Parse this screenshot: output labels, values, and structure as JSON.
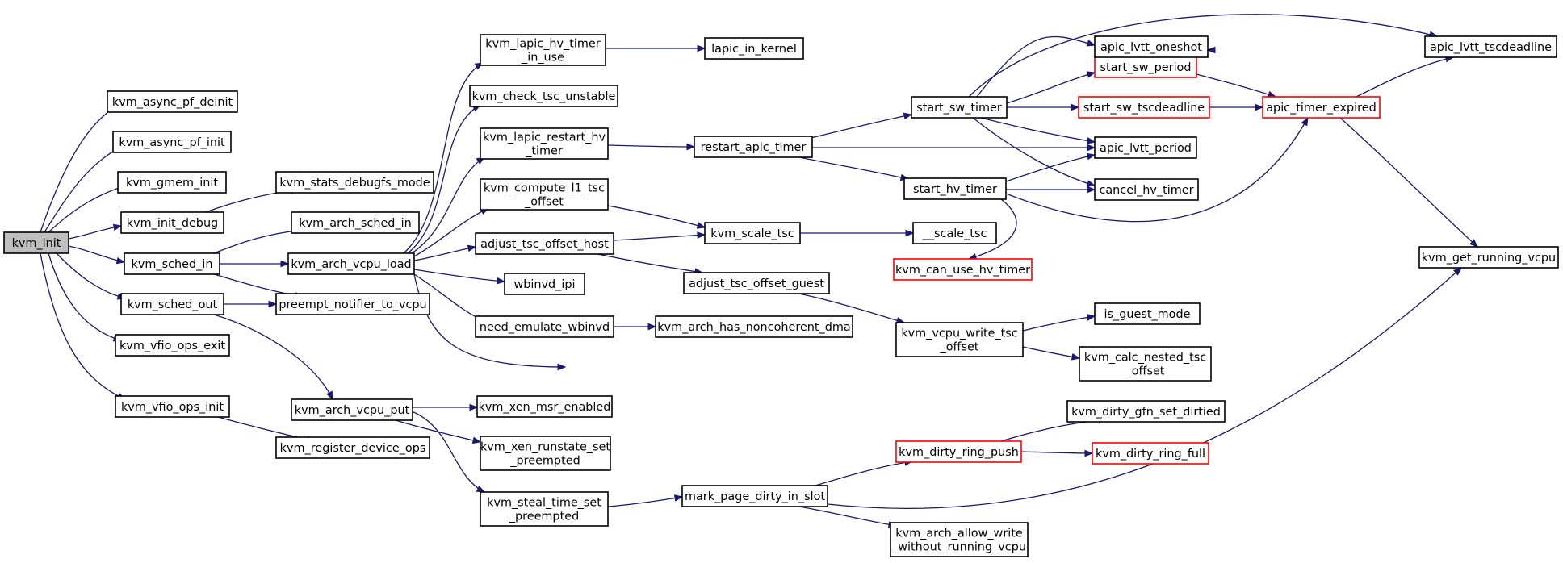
{
  "colors": {
    "edge": "#191970",
    "node_border": "#000000",
    "node_border_truncated": "#ff0000",
    "node_fill": "#ffffff",
    "root_fill": "#bfbfbf"
  },
  "nodes": {
    "kvm_init": {
      "lines": [
        "kvm_init"
      ],
      "style": "root"
    },
    "kvm_async_pf_deinit": {
      "lines": [
        "kvm_async_pf_deinit"
      ],
      "style": "normal"
    },
    "kvm_async_pf_init": {
      "lines": [
        "kvm_async_pf_init"
      ],
      "style": "normal"
    },
    "kvm_gmem_init": {
      "lines": [
        "kvm_gmem_init"
      ],
      "style": "normal"
    },
    "kvm_init_debug": {
      "lines": [
        "kvm_init_debug"
      ],
      "style": "normal"
    },
    "kvm_sched_in": {
      "lines": [
        "kvm_sched_in"
      ],
      "style": "normal"
    },
    "kvm_sched_out": {
      "lines": [
        "kvm_sched_out"
      ],
      "style": "normal"
    },
    "kvm_vfio_ops_exit": {
      "lines": [
        "kvm_vfio_ops_exit"
      ],
      "style": "normal"
    },
    "kvm_vfio_ops_init": {
      "lines": [
        "kvm_vfio_ops_init"
      ],
      "style": "normal"
    },
    "kvm_stats_debugfs_mode": {
      "lines": [
        "kvm_stats_debugfs_mode"
      ],
      "style": "normal"
    },
    "kvm_arch_sched_in": {
      "lines": [
        "kvm_arch_sched_in"
      ],
      "style": "normal"
    },
    "kvm_arch_vcpu_load": {
      "lines": [
        "kvm_arch_vcpu_load"
      ],
      "style": "normal"
    },
    "preempt_notifier_to_vcpu": {
      "lines": [
        "preempt_notifier_to_vcpu"
      ],
      "style": "normal"
    },
    "kvm_arch_vcpu_put": {
      "lines": [
        "kvm_arch_vcpu_put"
      ],
      "style": "normal"
    },
    "kvm_register_device_ops": {
      "lines": [
        "kvm_register_device_ops"
      ],
      "style": "normal"
    },
    "kvm_lapic_hv_timer_in_use": {
      "lines": [
        "kvm_lapic_hv_timer",
        "_in_use"
      ],
      "style": "normal"
    },
    "kvm_check_tsc_unstable": {
      "lines": [
        "kvm_check_tsc_unstable"
      ],
      "style": "normal"
    },
    "kvm_lapic_restart_hv_timer": {
      "lines": [
        "kvm_lapic_restart_hv",
        "_timer"
      ],
      "style": "normal"
    },
    "kvm_compute_l1_tsc_offset": {
      "lines": [
        "kvm_compute_l1_tsc",
        "_offset"
      ],
      "style": "normal"
    },
    "adjust_tsc_offset_host": {
      "lines": [
        "adjust_tsc_offset_host"
      ],
      "style": "normal"
    },
    "wbinvd_ipi": {
      "lines": [
        "wbinvd_ipi"
      ],
      "style": "normal"
    },
    "need_emulate_wbinvd": {
      "lines": [
        "need_emulate_wbinvd"
      ],
      "style": "normal"
    },
    "kvm_xen_msr_enabled": {
      "lines": [
        "kvm_xen_msr_enabled"
      ],
      "style": "normal"
    },
    "kvm_xen_runstate_set_preempted": {
      "lines": [
        "kvm_xen_runstate_set",
        "_preempted"
      ],
      "style": "normal"
    },
    "kvm_steal_time_set_preempted": {
      "lines": [
        "kvm_steal_time_set",
        "_preempted"
      ],
      "style": "normal"
    },
    "lapic_in_kernel": {
      "lines": [
        "lapic_in_kernel"
      ],
      "style": "normal"
    },
    "restart_apic_timer": {
      "lines": [
        "restart_apic_timer"
      ],
      "style": "normal"
    },
    "kvm_scale_tsc": {
      "lines": [
        "kvm_scale_tsc"
      ],
      "style": "normal"
    },
    "adjust_tsc_offset_guest": {
      "lines": [
        "adjust_tsc_offset_guest"
      ],
      "style": "normal"
    },
    "kvm_arch_has_noncoherent_dma": {
      "lines": [
        "kvm_arch_has_noncoherent_dma"
      ],
      "style": "normal"
    },
    "mark_page_dirty_in_slot": {
      "lines": [
        "mark_page_dirty_in_slot"
      ],
      "style": "normal"
    },
    "start_sw_timer": {
      "lines": [
        "start_sw_timer"
      ],
      "style": "normal"
    },
    "start_hv_timer": {
      "lines": [
        "start_hv_timer"
      ],
      "style": "normal"
    },
    "__scale_tsc": {
      "lines": [
        "__scale_tsc"
      ],
      "style": "normal"
    },
    "kvm_can_use_hv_timer": {
      "lines": [
        "kvm_can_use_hv_timer"
      ],
      "style": "truncated"
    },
    "kvm_vcpu_write_tsc_offset": {
      "lines": [
        "kvm_vcpu_write_tsc",
        "_offset"
      ],
      "style": "normal"
    },
    "kvm_dirty_ring_push": {
      "lines": [
        "kvm_dirty_ring_push"
      ],
      "style": "truncated"
    },
    "kvm_arch_allow_write_without_running_vcpu": {
      "lines": [
        "kvm_arch_allow_write",
        "_without_running_vcpu"
      ],
      "style": "normal"
    },
    "start_sw_period": {
      "lines": [
        "start_sw_period"
      ],
      "style": "truncated"
    },
    "start_sw_tscdeadline": {
      "lines": [
        "start_sw_tscdeadline"
      ],
      "style": "truncated"
    },
    "apic_lvtt_oneshot": {
      "lines": [
        "apic_lvtt_oneshot"
      ],
      "style": "normal"
    },
    "apic_lvtt_period": {
      "lines": [
        "apic_lvtt_period"
      ],
      "style": "normal"
    },
    "cancel_hv_timer": {
      "lines": [
        "cancel_hv_timer"
      ],
      "style": "normal"
    },
    "is_guest_mode": {
      "lines": [
        "is_guest_mode"
      ],
      "style": "normal"
    },
    "kvm_calc_nested_tsc_offset": {
      "lines": [
        "kvm_calc_nested_tsc",
        "_offset"
      ],
      "style": "normal"
    },
    "kvm_dirty_gfn_set_dirtied": {
      "lines": [
        "kvm_dirty_gfn_set_dirtied"
      ],
      "style": "normal"
    },
    "kvm_dirty_ring_full": {
      "lines": [
        "kvm_dirty_ring_full"
      ],
      "style": "truncated"
    },
    "apic_timer_expired": {
      "lines": [
        "apic_timer_expired"
      ],
      "style": "truncated"
    },
    "apic_lvtt_tscdeadline": {
      "lines": [
        "apic_lvtt_tscdeadline"
      ],
      "style": "normal"
    },
    "kvm_get_running_vcpu": {
      "lines": [
        "kvm_get_running_vcpu"
      ],
      "style": "normal"
    }
  },
  "edges": [
    [
      "kvm_init",
      "kvm_async_pf_deinit"
    ],
    [
      "kvm_init",
      "kvm_async_pf_init"
    ],
    [
      "kvm_init",
      "kvm_gmem_init"
    ],
    [
      "kvm_init",
      "kvm_init_debug"
    ],
    [
      "kvm_init",
      "kvm_sched_in"
    ],
    [
      "kvm_init",
      "kvm_sched_out"
    ],
    [
      "kvm_init",
      "kvm_vfio_ops_exit"
    ],
    [
      "kvm_init",
      "kvm_vfio_ops_init"
    ],
    [
      "kvm_init_debug",
      "kvm_stats_debugfs_mode"
    ],
    [
      "kvm_sched_in",
      "kvm_arch_sched_in"
    ],
    [
      "kvm_sched_in",
      "kvm_arch_vcpu_load"
    ],
    [
      "kvm_sched_in",
      "preempt_notifier_to_vcpu"
    ],
    [
      "kvm_sched_out",
      "preempt_notifier_to_vcpu"
    ],
    [
      "kvm_sched_out",
      "kvm_arch_vcpu_put"
    ],
    [
      "kvm_vfio_ops_init",
      "kvm_register_device_ops"
    ],
    [
      "kvm_arch_vcpu_load",
      "kvm_lapic_hv_timer_in_use"
    ],
    [
      "kvm_arch_vcpu_load",
      "kvm_check_tsc_unstable"
    ],
    [
      "kvm_arch_vcpu_load",
      "kvm_lapic_restart_hv_timer"
    ],
    [
      "kvm_arch_vcpu_load",
      "kvm_compute_l1_tsc_offset"
    ],
    [
      "kvm_arch_vcpu_load",
      "adjust_tsc_offset_host"
    ],
    [
      "kvm_arch_vcpu_load",
      "wbinvd_ipi"
    ],
    [
      "kvm_arch_vcpu_load",
      "need_emulate_wbinvd"
    ],
    [
      "kvm_arch_vcpu_load",
      "kvm_vcpu_write_tsc_offset"
    ],
    [
      "kvm_arch_vcpu_put",
      "kvm_xen_msr_enabled"
    ],
    [
      "kvm_arch_vcpu_put",
      "kvm_xen_runstate_set_preempted"
    ],
    [
      "kvm_arch_vcpu_put",
      "kvm_steal_time_set_preempted"
    ],
    [
      "kvm_lapic_hv_timer_in_use",
      "lapic_in_kernel"
    ],
    [
      "kvm_lapic_restart_hv_timer",
      "restart_apic_timer"
    ],
    [
      "kvm_compute_l1_tsc_offset",
      "kvm_scale_tsc"
    ],
    [
      "adjust_tsc_offset_host",
      "kvm_scale_tsc"
    ],
    [
      "adjust_tsc_offset_host",
      "adjust_tsc_offset_guest"
    ],
    [
      "need_emulate_wbinvd",
      "kvm_arch_has_noncoherent_dma"
    ],
    [
      "kvm_steal_time_set_preempted",
      "mark_page_dirty_in_slot"
    ],
    [
      "restart_apic_timer",
      "start_sw_timer"
    ],
    [
      "restart_apic_timer",
      "apic_lvtt_period"
    ],
    [
      "restart_apic_timer",
      "start_hv_timer"
    ],
    [
      "kvm_scale_tsc",
      "__scale_tsc"
    ],
    [
      "adjust_tsc_offset_guest",
      "kvm_vcpu_write_tsc_offset"
    ],
    [
      "mark_page_dirty_in_slot",
      "kvm_dirty_ring_push"
    ],
    [
      "mark_page_dirty_in_slot",
      "kvm_arch_allow_write_without_running_vcpu"
    ],
    [
      "mark_page_dirty_in_slot",
      "kvm_get_running_vcpu"
    ],
    [
      "start_sw_timer",
      "start_sw_period"
    ],
    [
      "start_sw_timer",
      "apic_lvtt_oneshot"
    ],
    [
      "start_sw_timer",
      "start_sw_tscdeadline"
    ],
    [
      "start_sw_timer",
      "apic_lvtt_period"
    ],
    [
      "start_sw_timer",
      "cancel_hv_timer"
    ],
    [
      "start_sw_timer",
      "apic_lvtt_tscdeadline"
    ],
    [
      "start_hv_timer",
      "apic_lvtt_period"
    ],
    [
      "start_hv_timer",
      "cancel_hv_timer"
    ],
    [
      "start_hv_timer",
      "apic_timer_expired"
    ],
    [
      "start_hv_timer",
      "kvm_can_use_hv_timer"
    ],
    [
      "kvm_vcpu_write_tsc_offset",
      "is_guest_mode"
    ],
    [
      "kvm_vcpu_write_tsc_offset",
      "kvm_calc_nested_tsc_offset"
    ],
    [
      "kvm_dirty_ring_push",
      "kvm_dirty_gfn_set_dirtied"
    ],
    [
      "kvm_dirty_ring_push",
      "kvm_dirty_ring_full"
    ],
    [
      "start_sw_period",
      "apic_lvtt_oneshot"
    ],
    [
      "start_sw_period",
      "apic_timer_expired"
    ],
    [
      "start_sw_tscdeadline",
      "apic_timer_expired"
    ],
    [
      "apic_timer_expired",
      "apic_lvtt_tscdeadline"
    ],
    [
      "apic_timer_expired",
      "kvm_get_running_vcpu"
    ]
  ]
}
